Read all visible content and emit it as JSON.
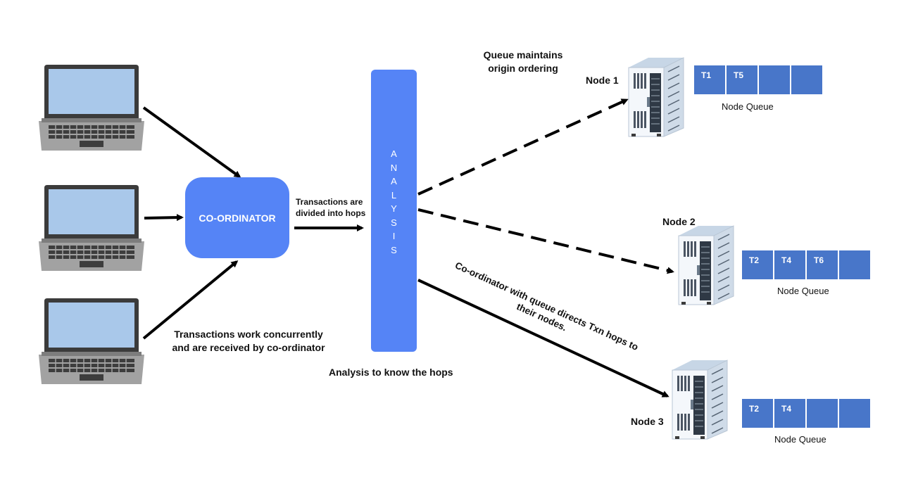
{
  "diagram": {
    "coordinator_label": "CO-ORDINATOR",
    "analysis_letters": [
      "A",
      "N",
      "A",
      "L",
      "Y",
      "S",
      "I",
      "S"
    ],
    "labels": {
      "transactions_divided_line1": "Transactions are",
      "transactions_divided_line2": "divided into hops",
      "transactions_concurrent_line1": "Transactions work concurrently",
      "transactions_concurrent_line2": "and are received by co-ordinator",
      "analysis_caption": "Analysis to know the hops",
      "queue_ordering_line1": "Queue maintains",
      "queue_ordering_line2": "origin ordering",
      "directs_line1": "Co-ordinator with queue directs Txn hops to",
      "directs_line2": "their nodes."
    },
    "clients": [
      "laptop-1",
      "laptop-2",
      "laptop-3"
    ],
    "nodes": [
      {
        "name": "Node 1",
        "queue": [
          "T1",
          "T5",
          "",
          ""
        ],
        "queue_caption": "Node Queue"
      },
      {
        "name": "Node 2",
        "queue": [
          "T2",
          "T4",
          "T6",
          ""
        ],
        "queue_caption": "Node Queue"
      },
      {
        "name": "Node 3",
        "queue": [
          "T2",
          "T4",
          "",
          ""
        ],
        "queue_caption": "Node Queue"
      }
    ],
    "colors": {
      "accent_blue": "#5584f6",
      "queue_blue": "#4876c9",
      "arrow": "#000000"
    },
    "icons": {
      "client": "laptop-icon",
      "node": "server-rack-icon"
    }
  }
}
